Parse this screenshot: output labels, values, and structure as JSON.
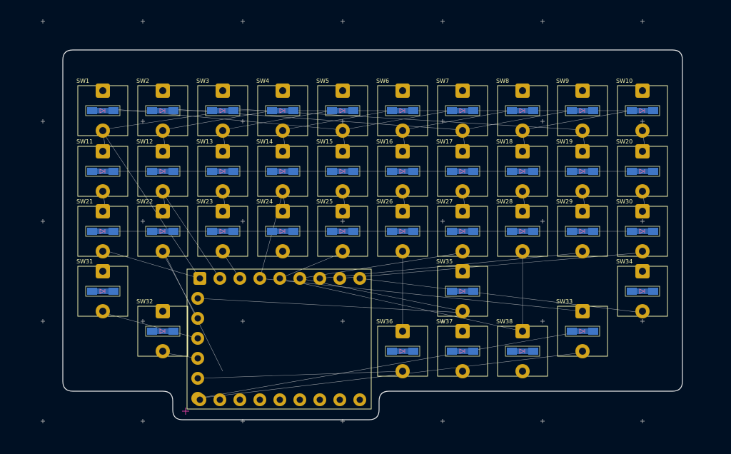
{
  "theme": {
    "background": "#001023",
    "outline": "#e6e6e6",
    "silkscreen": "#f2f0a8",
    "pad_gold": "#d4a51c",
    "pad_hole": "#0b1628",
    "smd_blue": "#3f76c6",
    "diode_pink": "#e07aa8",
    "ratsnest": "#c9c9c9",
    "grid_marker": "#a0a0a0",
    "origin_marker": "#e040a0"
  },
  "switches": [
    {
      "label": "SW1"
    },
    {
      "label": "SW2"
    },
    {
      "label": "SW3"
    },
    {
      "label": "SW4"
    },
    {
      "label": "SW5"
    },
    {
      "label": "SW6"
    },
    {
      "label": "SW7"
    },
    {
      "label": "SW8"
    },
    {
      "label": "SW9"
    },
    {
      "label": "SW10"
    },
    {
      "label": "SW11"
    },
    {
      "label": "SW12"
    },
    {
      "label": "SW13"
    },
    {
      "label": "SW14"
    },
    {
      "label": "SW15"
    },
    {
      "label": "SW16"
    },
    {
      "label": "SW17"
    },
    {
      "label": "SW18"
    },
    {
      "label": "SW19"
    },
    {
      "label": "SW20"
    },
    {
      "label": "SW21"
    },
    {
      "label": "SW22"
    },
    {
      "label": "SW23"
    },
    {
      "label": "SW24"
    },
    {
      "label": "SW25"
    },
    {
      "label": "SW26"
    },
    {
      "label": "SW27"
    },
    {
      "label": "SW28"
    },
    {
      "label": "SW29"
    },
    {
      "label": "SW30"
    },
    {
      "label": "SW31"
    },
    {
      "label": "SW32"
    },
    {
      "label": "SW33"
    },
    {
      "label": "SW34"
    },
    {
      "label": "SW35"
    },
    {
      "label": "SW36"
    },
    {
      "label": "SW37"
    },
    {
      "label": "SW38"
    }
  ],
  "mcu": {
    "top_row_pins": 9,
    "left_col_pins": 6,
    "bottom_row_pins": 9
  }
}
